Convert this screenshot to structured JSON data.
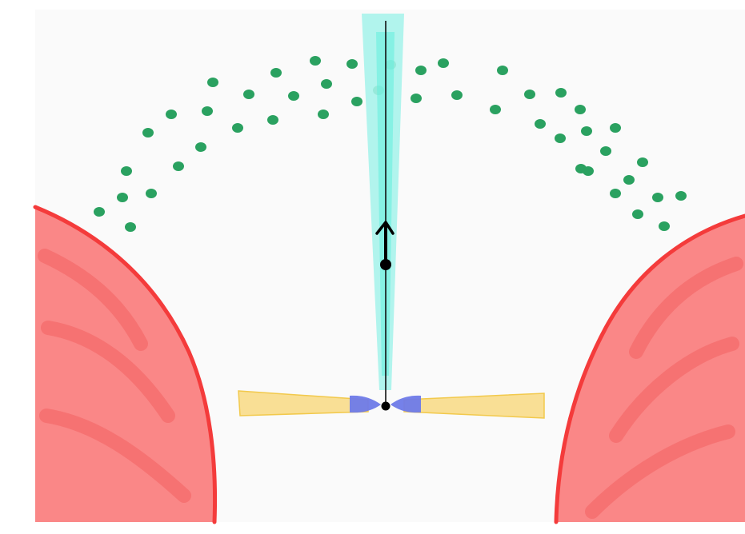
{
  "diagram": {
    "background": "#fafafa",
    "colors": {
      "blob_fill": "#fa7d7d",
      "blob_edge": "#f43b3b",
      "beam_fill": "#a6f2ea",
      "beam_core": "#62eedd",
      "beam_axis": "#111111",
      "disk_fill": "#f8dc8c",
      "disk_edge": "#f2c94c",
      "wedge_fill": "#6e7ae8",
      "dot_fill": "#2aa160",
      "marker_fill": "#000000"
    },
    "elements": [
      "background-panel",
      "left-red-lobe",
      "right-red-lobe",
      "green-dot-arc",
      "cyan-vertical-beam",
      "beam-axis-line",
      "yellow-horizontal-disk",
      "blue-wedges",
      "central-black-dot",
      "upward-arrow-marker"
    ]
  }
}
